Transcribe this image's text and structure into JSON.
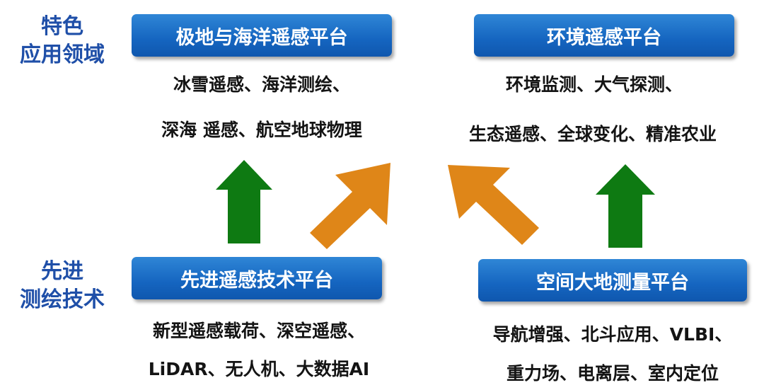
{
  "labels": {
    "featured": {
      "line1": "特色",
      "line2": "应用领域"
    },
    "advanced": {
      "line1": "先进",
      "line2": "测绘技术"
    }
  },
  "platforms": {
    "polar_ocean": {
      "title": "极地与海洋遥感平台",
      "line1": "冰雪遥感、海洋测绘、",
      "line2": "深海 遥感、航空地球物理"
    },
    "environment": {
      "title": "环境遥感平台",
      "line1": "环境监测、大气探测、",
      "line2": "生态遥感、全球变化、精准农业"
    },
    "advanced_rs": {
      "title": "先进遥感技术平台",
      "line1": "新型遥感载荷、深空遥感、",
      "line2": "LiDAR、无人机、大数据AI"
    },
    "geodesy": {
      "title": "空间大地测量平台",
      "line1": "导航增强、北斗应用、VLBI、",
      "line2": "重力场、电离层、室内定位"
    }
  },
  "colors": {
    "platform_blue": "#1565C0",
    "label_blue": "#1F4FA8",
    "arrow_green": "#0E7A12",
    "arrow_orange": "#DF8618"
  }
}
